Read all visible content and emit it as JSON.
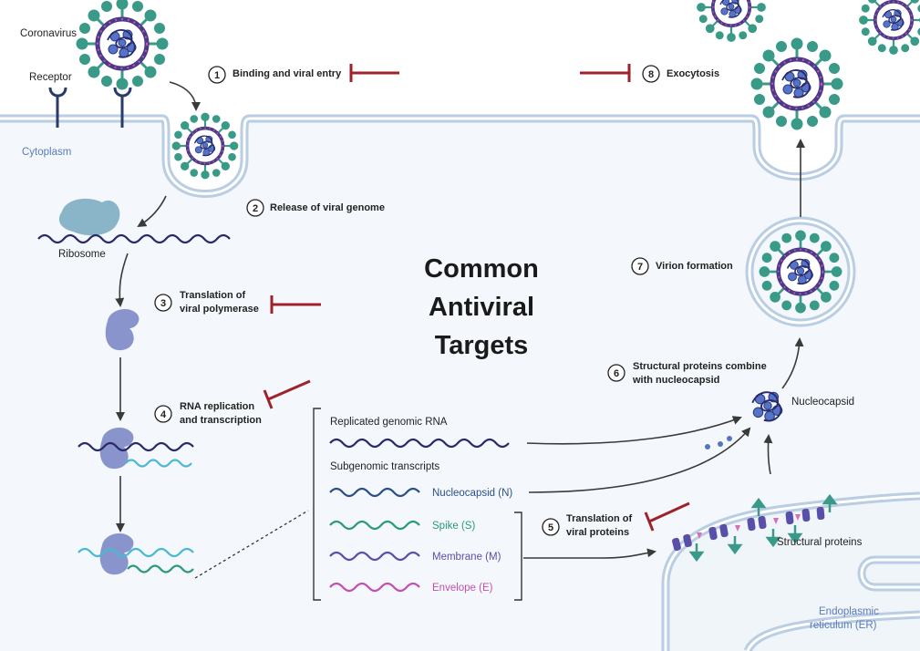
{
  "title": {
    "line1": "Common",
    "line2": "Antiviral",
    "line3": "Targets"
  },
  "labels": {
    "coronavirus": "Coronavirus",
    "receptor": "Receptor",
    "cytoplasm": "Cytoplasm",
    "ribosome": "Ribosome",
    "nucleocapsid": "Nucleocapsid",
    "structural_proteins": "Structural proteins",
    "er_line1": "Endoplasmic",
    "er_line2": "reticulum (ER)"
  },
  "steps": [
    {
      "number": "1",
      "lines": [
        "Binding and viral entry"
      ]
    },
    {
      "number": "2",
      "lines": [
        "Release of viral genome"
      ]
    },
    {
      "number": "3",
      "lines": [
        "Translation of",
        "viral polymerase"
      ]
    },
    {
      "number": "4",
      "lines": [
        "RNA replication",
        "and transcription"
      ]
    },
    {
      "number": "5",
      "lines": [
        "Translation of",
        "viral proteins"
      ]
    },
    {
      "number": "6",
      "lines": [
        "Structural proteins combine",
        "with nucleocapsid"
      ]
    },
    {
      "number": "7",
      "lines": [
        "Virion formation"
      ]
    },
    {
      "number": "8",
      "lines": [
        "Exocytosis"
      ]
    }
  ],
  "rna_panel": {
    "replicated_header": "Replicated genomic RNA",
    "subgenomic_header": "Subgenomic transcripts",
    "transcripts": [
      {
        "label": "Nucleocapsid (N)",
        "color": "#2b4f8a"
      },
      {
        "label": "Spike (S)",
        "color": "#2a9a7a"
      },
      {
        "label": "Membrane (M)",
        "color": "#5a4fa8"
      },
      {
        "label": "Envelope (E)",
        "color": "#c44fb0"
      }
    ]
  },
  "colors": {
    "membrane": "#b9cde3",
    "cytoplasm": "#f4f8fc",
    "inhibitor": "#9e2229",
    "spike": "#3a9a88",
    "virus_ring": "#4a3a8a",
    "genome": "#2a2a6a"
  }
}
